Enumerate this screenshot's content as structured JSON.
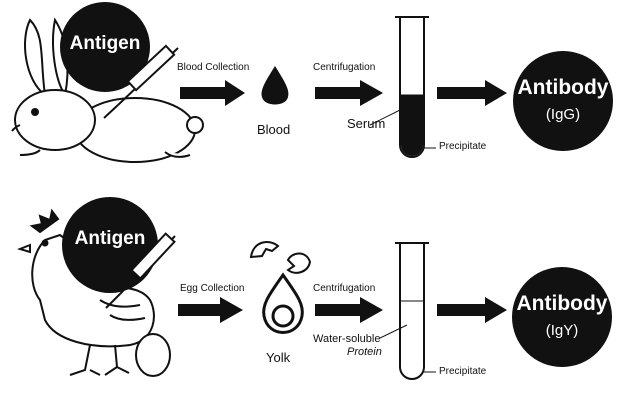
{
  "top_row": {
    "antigen_label": "Antigen",
    "collection_label": "Blood Collection",
    "blood_label": "Blood",
    "centrifugation_label": "Centrifugation",
    "serum_label": "Serum",
    "precipitate_label": "Precipitate",
    "antibody_label": "Antibody",
    "antibody_type": "(IgG)"
  },
  "bottom_row": {
    "antigen_label": "Antigen",
    "collection_label": "Egg Collection",
    "yolk_label": "Yolk",
    "centrifugation_label": "Centrifugation",
    "protein_label_line1": "Water-soluble",
    "protein_label_line2": "Protein",
    "precipitate_label": "Precipitate",
    "antibody_label": "Antibody",
    "antibody_type": "(IgY)"
  },
  "colors": {
    "ink": "#111111",
    "background": "#ffffff"
  }
}
